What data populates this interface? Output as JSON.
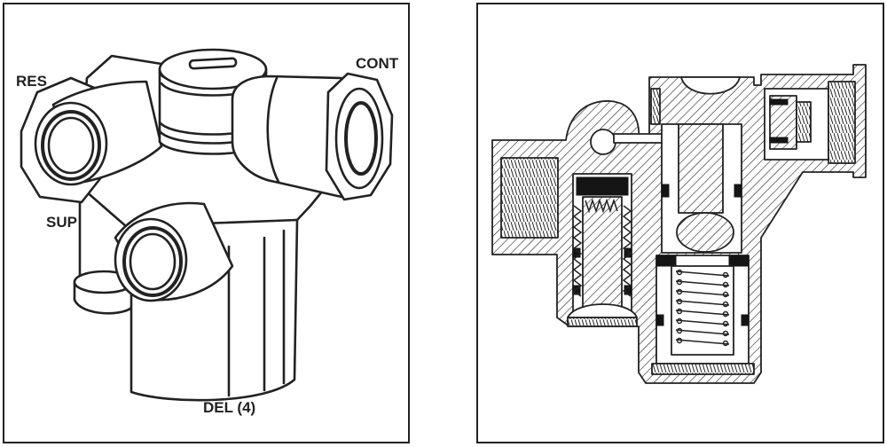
{
  "labels": {
    "res": "RES",
    "cont": "CONT",
    "sup": "SUP",
    "del": "DEL (4)"
  }
}
